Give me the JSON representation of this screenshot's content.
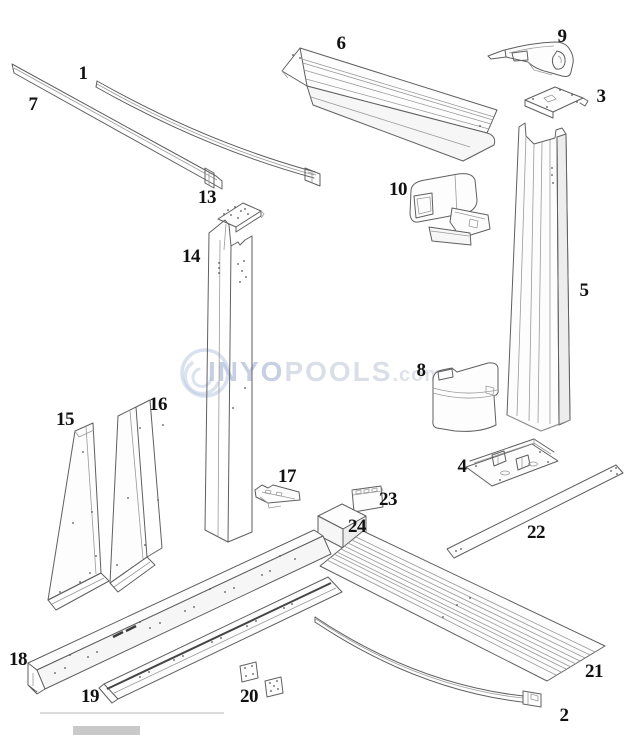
{
  "watermark": {
    "brand_prefix": "INYO",
    "brand_mid": "POOLS",
    "brand_suffix": ".com"
  },
  "labels": {
    "p1": "1",
    "p2": "2",
    "p3": "3",
    "p4": "4",
    "p5": "5",
    "p6": "6",
    "p7": "7",
    "p8": "8",
    "p9": "9",
    "p10": "10",
    "p13": "13",
    "p14": "14",
    "p15": "15",
    "p16": "16",
    "p17": "17",
    "p18": "18",
    "p19": "19",
    "p20": "20",
    "p21": "21",
    "p22": "22",
    "p23": "23",
    "p24": "24"
  },
  "colors": {
    "line_art": "#5f5f5f",
    "label_text": "#111111",
    "watermark_blue": "#a0b0ce"
  }
}
